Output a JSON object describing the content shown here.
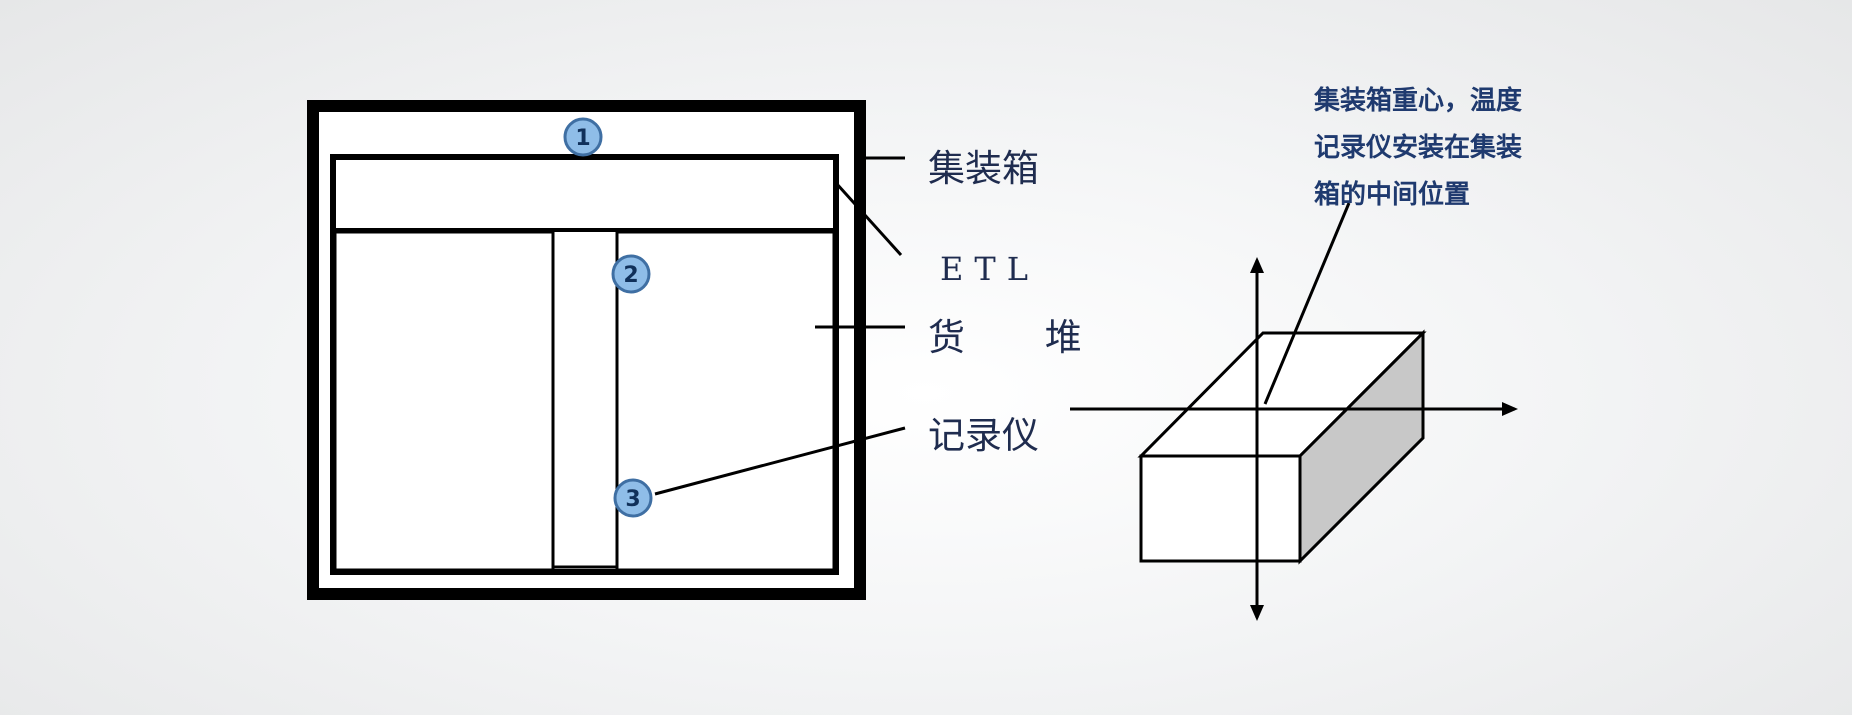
{
  "labels": {
    "container": "集装箱",
    "etl": "ETL",
    "cargo_stack": "货 堆",
    "recorder": "记录仪"
  },
  "markers": [
    "1",
    "2",
    "3"
  ],
  "note": {
    "lines": [
      "集装箱重心，温度",
      "记录仪安装在集装",
      "箱的中间位置"
    ]
  },
  "colors": {
    "text": "#1f2c4f",
    "note_text": "#1f3a6f",
    "marker_fill": "#8fbde8",
    "marker_stroke": "#3f6fa3",
    "box_side": "#c8c8c8"
  }
}
